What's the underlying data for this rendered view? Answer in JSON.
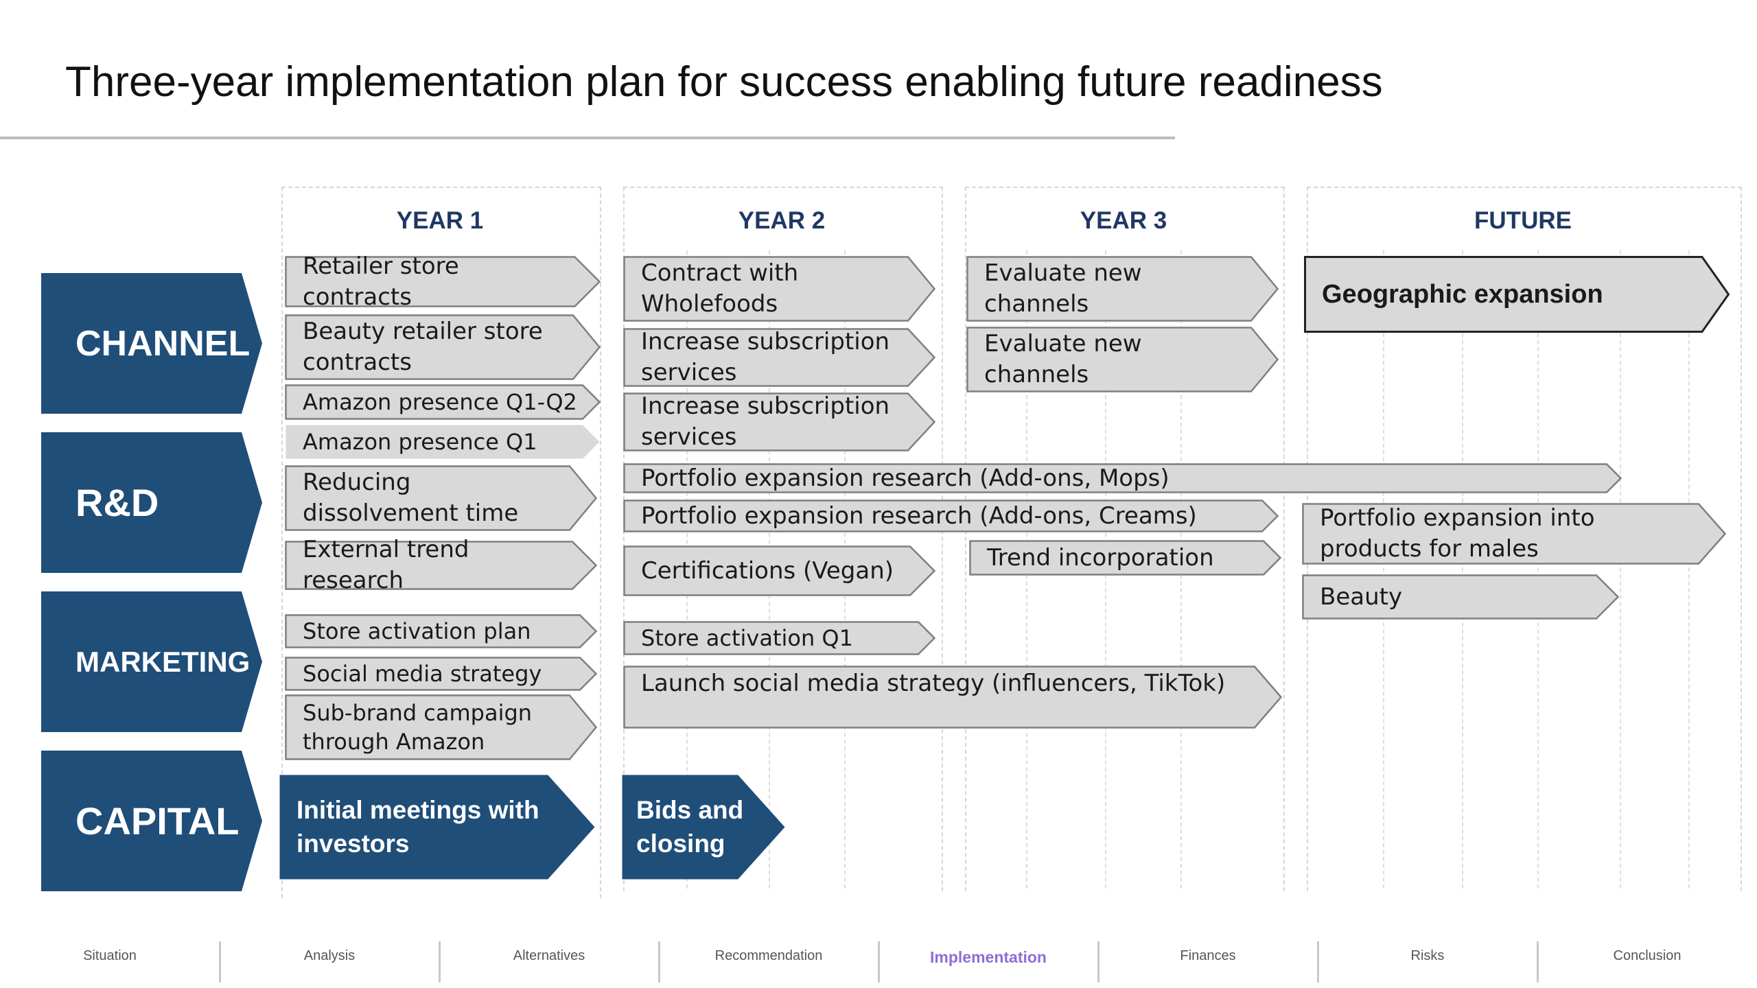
{
  "title": "Three-year implementation plan for success enabling future readiness",
  "colors": {
    "navy": "#1f4e79",
    "chevron_fill": "#d9d9d9",
    "chevron_stroke": "#7f7f7f",
    "header": "#1f3864",
    "nav_active": "#8f6dd6"
  },
  "columns": [
    {
      "label": "YEAR 1"
    },
    {
      "label": "YEAR 2"
    },
    {
      "label": "YEAR 3"
    },
    {
      "label": "FUTURE"
    }
  ],
  "rows": [
    {
      "label": "CHANNEL"
    },
    {
      "label": "R&D"
    },
    {
      "label": "MARKETING"
    },
    {
      "label": "CAPITAL"
    }
  ],
  "items": [
    {
      "text": "Retailer store contracts",
      "row": "CHANNEL",
      "column": "YEAR 1"
    },
    {
      "text": "Beauty retailer store contracts",
      "row": "CHANNEL",
      "column": "YEAR 1"
    },
    {
      "text": "Amazon presence Q1-Q2",
      "row": "CHANNEL",
      "column": "YEAR 1"
    },
    {
      "text": "Amazon presence Q1",
      "row": "CHANNEL",
      "column": "YEAR 1"
    },
    {
      "text": "Contract with Wholefoods",
      "row": "CHANNEL",
      "column": "YEAR 2"
    },
    {
      "text": "Increase subscription services",
      "row": "CHANNEL",
      "column": "YEAR 2"
    },
    {
      "text": "Increase subscription services",
      "row": "CHANNEL",
      "column": "YEAR 2"
    },
    {
      "text": "Evaluate new channels",
      "row": "CHANNEL",
      "column": "YEAR 3"
    },
    {
      "text": "Evaluate new channels",
      "row": "CHANNEL",
      "column": "YEAR 3"
    },
    {
      "text": "Geographic expansion",
      "row": "CHANNEL",
      "column": "FUTURE"
    },
    {
      "text": "Reducing dissolvement time",
      "row": "R&D",
      "column": "YEAR 1"
    },
    {
      "text": "External trend research",
      "row": "R&D",
      "column": "YEAR 1"
    },
    {
      "text": "Portfolio expansion research (Add-ons, Mops)",
      "row": "R&D",
      "column": "YEAR 2"
    },
    {
      "text": "Portfolio expansion research (Add-ons, Creams)",
      "row": "R&D",
      "column": "YEAR 2"
    },
    {
      "text": "Certifications (Vegan)",
      "row": "R&D",
      "column": "YEAR 2"
    },
    {
      "text": "Trend incorporation",
      "row": "R&D",
      "column": "YEAR 3"
    },
    {
      "text": "Portfolio expansion into products for males",
      "row": "R&D",
      "column": "FUTURE"
    },
    {
      "text": "Beauty",
      "row": "R&D",
      "column": "FUTURE"
    },
    {
      "text": "Store activation plan",
      "row": "MARKETING",
      "column": "YEAR 1"
    },
    {
      "text": "Social media strategy",
      "row": "MARKETING",
      "column": "YEAR 1"
    },
    {
      "text": "Sub-brand campaign through Amazon",
      "row": "MARKETING",
      "column": "YEAR 1"
    },
    {
      "text": "Store activation Q1",
      "row": "MARKETING",
      "column": "YEAR 2"
    },
    {
      "text": "Launch social media strategy (influencers, TikTok)",
      "row": "MARKETING",
      "column": "YEAR 2"
    },
    {
      "text": "Initial meetings with investors",
      "row": "CAPITAL",
      "column": "YEAR 1"
    },
    {
      "text": "Bids and closing",
      "row": "CAPITAL",
      "column": "YEAR 2"
    }
  ],
  "nav": [
    {
      "label": "Situation"
    },
    {
      "label": "Analysis"
    },
    {
      "label": "Alternatives"
    },
    {
      "label": "Recommendation"
    },
    {
      "label": "Implementation",
      "active": true
    },
    {
      "label": "Finances"
    },
    {
      "label": "Risks"
    },
    {
      "label": "Conclusion"
    }
  ]
}
